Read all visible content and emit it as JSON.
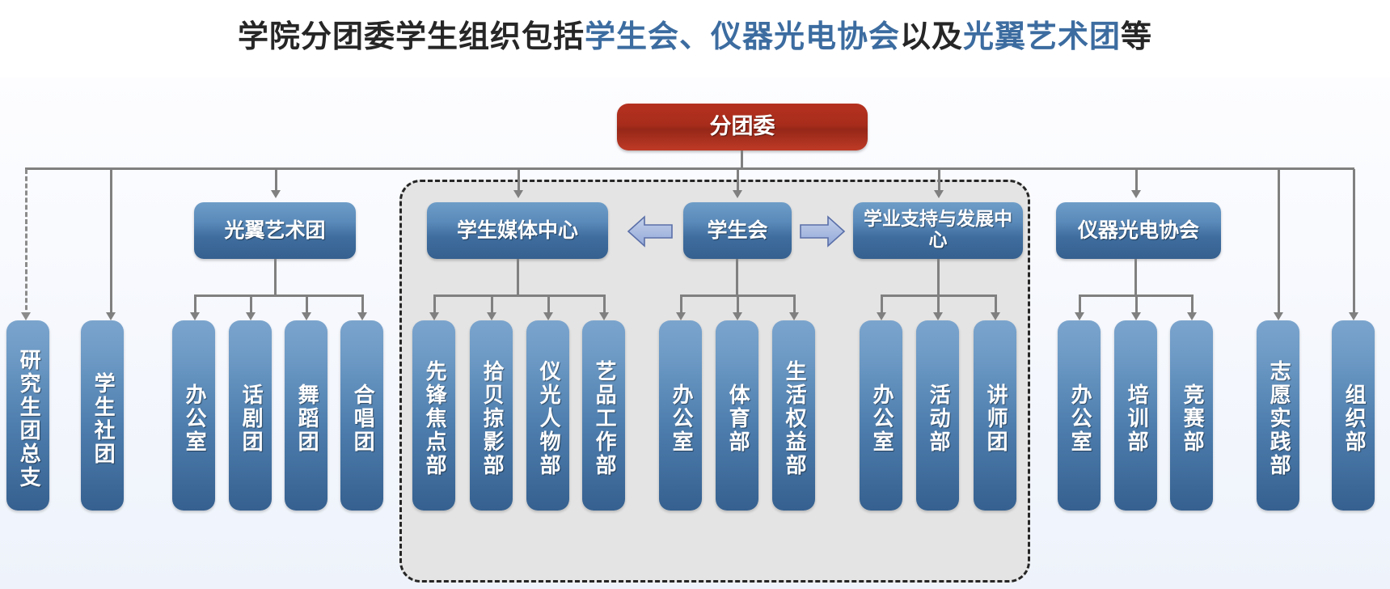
{
  "title": {
    "segments": [
      {
        "text": "学院分团委学生组织包括",
        "color": "dark"
      },
      {
        "text": "学生会、仪器光电协会",
        "color": "blue"
      },
      {
        "text": "以及",
        "color": "dark"
      },
      {
        "text": "光翼艺术团",
        "color": "blue"
      },
      {
        "text": "等",
        "color": "dark"
      }
    ],
    "full": "学院分团委学生组织包括学生会、仪器光电协会以及光翼艺术团等"
  },
  "colors": {
    "root_red": "#a82c1b",
    "node_blue": "#3f6d9e",
    "accent_blue": "#3c6ca0",
    "connector_grey": "#808080",
    "group_fill": "#e4e4e4",
    "group_border": "#262626"
  },
  "chart_data": {
    "type": "org-chart",
    "root": "分团委",
    "level2": [
      "光翼艺术团",
      "学生媒体中心",
      "学生会",
      "学业支持与发展中心",
      "仪器光电协会"
    ],
    "direct_leaves": [
      "研究生团总支",
      "学生社团",
      "志愿实践部",
      "组织部"
    ],
    "grouped_box_members": [
      "学生媒体中心",
      "学生会",
      "学业支持与发展中心"
    ]
  },
  "root": {
    "label": "分团委"
  },
  "level2": {
    "art_troupe": {
      "label": "光翼艺术团"
    },
    "media_center": {
      "label": "学生媒体中心"
    },
    "student_union": {
      "label": "学生会"
    },
    "academic_center": {
      "label": "学业支持与发展中心"
    },
    "instrument_assoc": {
      "label": "仪器光电协会"
    }
  },
  "arrows": {
    "left_arrow": "left-arrow-icon",
    "right_arrow": "right-arrow-icon"
  },
  "leaves": {
    "grad_branch": "研究生团总支",
    "student_clubs": "学生社团",
    "art_office": "办公室",
    "art_drama": "话剧团",
    "art_dance": "舞蹈团",
    "art_chorus": "合唱团",
    "media_pioneer": "先锋焦点部",
    "media_photo": "拾贝掠影部",
    "media_people": "仪光人物部",
    "media_art": "艺品工作部",
    "union_office": "办公室",
    "union_sports": "体育部",
    "union_rights": "生活权益部",
    "acad_office": "办公室",
    "acad_activity": "活动部",
    "acad_lecturer": "讲师团",
    "inst_office": "办公室",
    "inst_training": "培训部",
    "inst_contest": "竞赛部",
    "volunteer": "志愿实践部",
    "organization": "组织部"
  }
}
